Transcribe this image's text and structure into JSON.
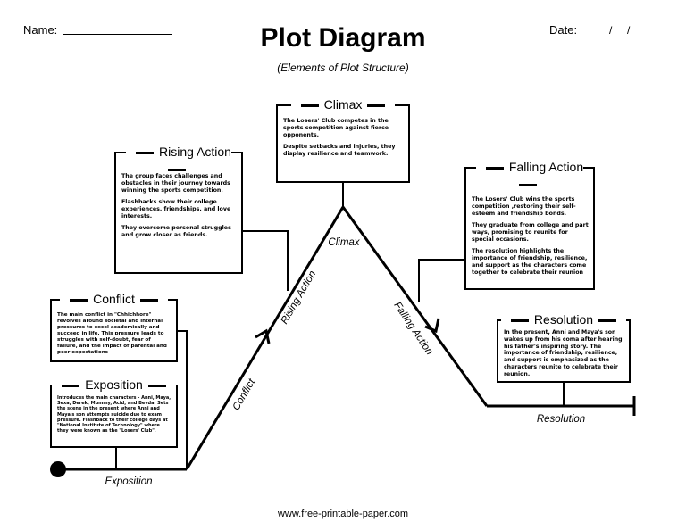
{
  "header": {
    "name_label": "Name:",
    "date_label": "Date:",
    "date_separators": "/     /",
    "title": "Plot Diagram",
    "subtitle": "(Elements of Plot Structure)"
  },
  "line_labels": {
    "exposition": "Exposition",
    "conflict": "Conflict",
    "rising_action": "Rising Action",
    "climax": "Climax",
    "falling_action": "Falling Action",
    "resolution": "Resolution"
  },
  "boxes": {
    "climax": {
      "title": "Climax",
      "lines": [
        "The Losers' Club competes in the sports competition against fierce opponents.",
        "Despite setbacks and injuries, they display resilience and teamwork."
      ]
    },
    "rising_action": {
      "title": "Rising Action",
      "lines": [
        "The group faces challenges and obstacles in their journey towards winning the sports competition.",
        "Flashbacks show their college experiences, friendships, and love interests.",
        "They overcome personal struggles and grow closer as friends."
      ]
    },
    "falling_action": {
      "title": "Falling Action",
      "lines": [
        "The Losers' Club wins the sports competition ,restoring their self-esteem and friendship bonds.",
        "They graduate from college and part ways, promising to reunite for special occasions.",
        "The resolution highlights the importance of friendship, resilience, and support as the characters come together to celebrate their reunion"
      ]
    },
    "conflict": {
      "title": "Conflict",
      "lines": [
        "The main conflict in \"Chhichhore\" revolves around societal and internal pressures to excel academically and succeed in life. This pressure leads to struggles with self-doubt, fear of failure, and the impact of parental and peer expectations"
      ]
    },
    "exposition": {
      "title": "Exposition",
      "lines": [
        "Introduces the main characters - Anni, Maya, Sexa, Derek, Mummy, Acid, and Bevda. Sets the scene in the present where Anni and Maya's son attempts suicide due to exam pressure. Flashback to their college days at \"National Institute of Technology\" where they were known as the \"Losers' Club\"."
      ]
    },
    "resolution": {
      "title": "Resolution",
      "lines": [
        "In the present, Anni and Maya's son wakes up from his coma after hearing his father's inspiring story. The importance of friendship, resilience, and support is emphasized as the characters reunite to celebrate their reunion."
      ]
    }
  },
  "footer": "www.free-printable-paper.com"
}
